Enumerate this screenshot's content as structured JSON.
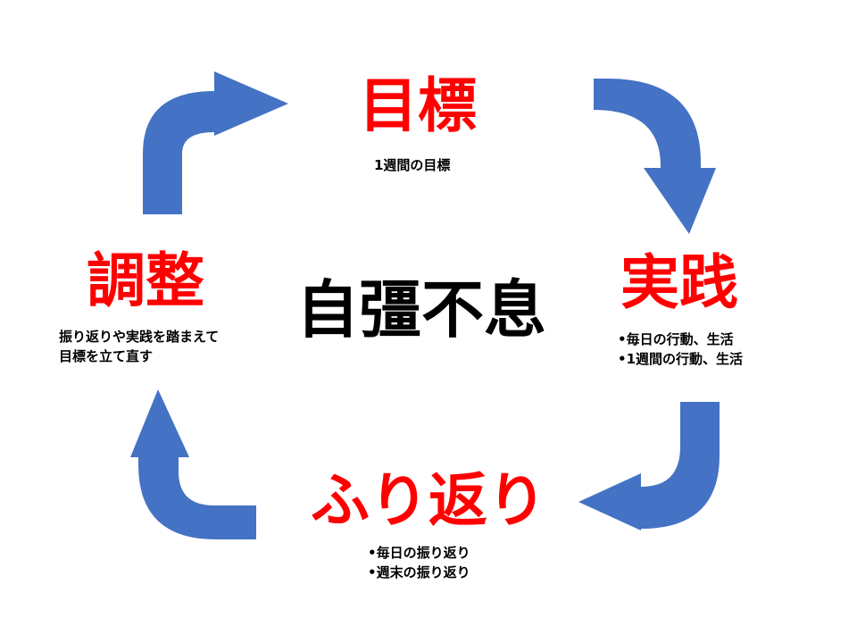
{
  "colors": {
    "title": "#ff0000",
    "arrow": "#4472c4",
    "motto": "#000000",
    "text": "#000000"
  },
  "center": {
    "motto": "自彊不息"
  },
  "nodes": {
    "goal": {
      "title": "目標",
      "desc": [
        "1週間の目標"
      ]
    },
    "practice": {
      "title": "実践",
      "desc": [
        "•毎日の行動、生活",
        "•1週間の行動、生活"
      ]
    },
    "review": {
      "title": "ふり返り",
      "desc": [
        "•毎日の振り返り",
        "•週末の振り返り"
      ]
    },
    "adjust": {
      "title": "調整",
      "desc": [
        "振り返りや実践を踏まえて",
        "目標を立て直す"
      ]
    }
  },
  "arrows": [
    {
      "name": "goal-to-practice-arrow",
      "from": "目標",
      "to": "実践"
    },
    {
      "name": "practice-to-review-arrow",
      "from": "実践",
      "to": "ふり返り"
    },
    {
      "name": "review-to-adjust-arrow",
      "from": "ふり返り",
      "to": "調整"
    },
    {
      "name": "adjust-to-goal-arrow",
      "from": "調整",
      "to": "目標"
    }
  ]
}
